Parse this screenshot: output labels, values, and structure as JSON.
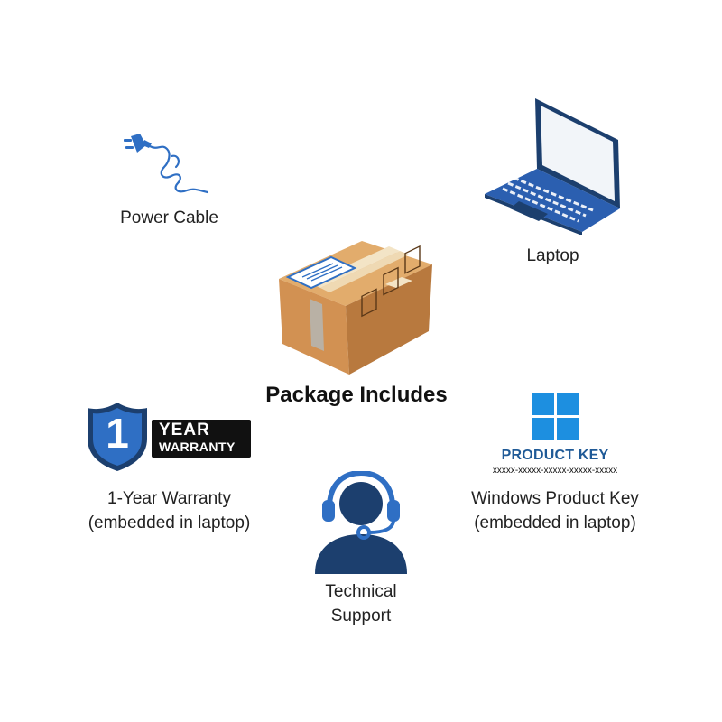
{
  "title": "Package Includes",
  "items": {
    "power_cable": {
      "label": "Power Cable"
    },
    "laptop": {
      "label": "Laptop"
    },
    "warranty": {
      "label_line1": "1-Year Warranty",
      "label_line2": "(embedded in laptop)",
      "badge_number": "1",
      "badge_word1": "YEAR",
      "badge_word2": "WARRANTY"
    },
    "product_key": {
      "label_line1": "Windows Product Key",
      "label_line2": "(embedded in laptop)",
      "heading": "PRODUCT KEY",
      "code": "xxxxx-xxxxx-xxxxx-xxxxx-xxxxx"
    },
    "support": {
      "label_line1": "Technical",
      "label_line2": "Support"
    }
  },
  "colors": {
    "accent_blue": "#2f6fc4",
    "navy": "#1c3f6e",
    "product_key_blue": "#1f5a97",
    "windows_blue": "#1d8fe0",
    "box_cardboard": "#d79c5f"
  },
  "icons": [
    "power-plug-icon",
    "laptop-icon",
    "cardboard-box-icon",
    "shield-warranty-icon",
    "windows-logo-icon",
    "headset-support-icon"
  ]
}
